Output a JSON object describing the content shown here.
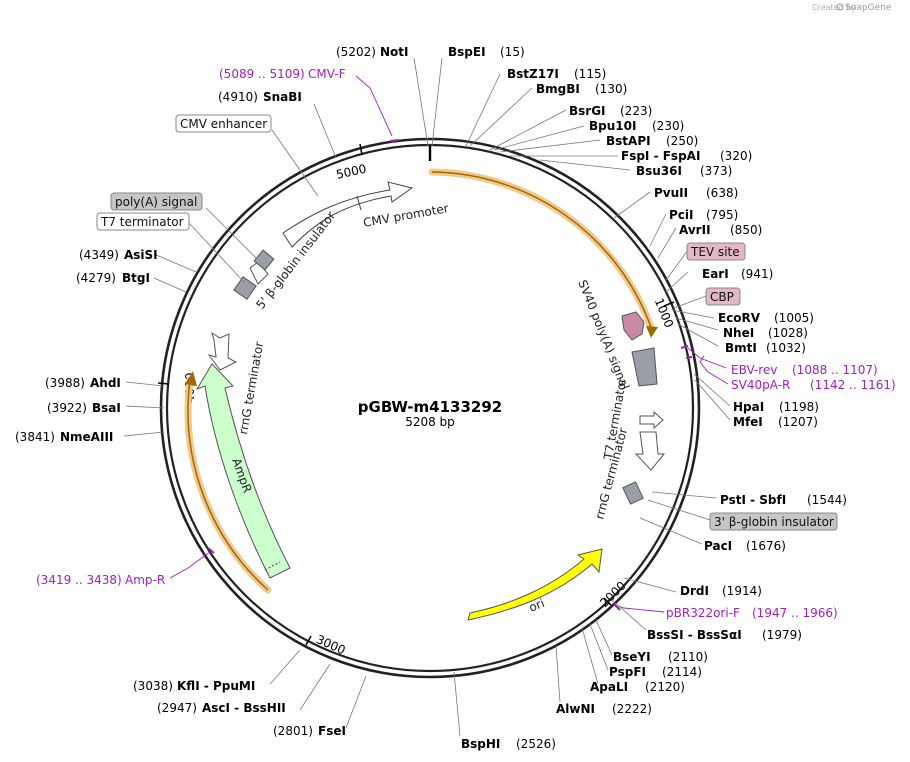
{
  "app": {
    "credit": "Created by",
    "brand": "SnapGene"
  },
  "plasmid": {
    "name": "pGBW-m4133292",
    "length_label": "5208 bp"
  },
  "ticks": [
    {
      "label": "1000"
    },
    {
      "label": "2000"
    },
    {
      "label": "3000"
    },
    {
      "label": "4000"
    },
    {
      "label": "5000"
    }
  ],
  "sites": [
    {
      "name": "NotI",
      "pos": "(5202)"
    },
    {
      "name": "BspEI",
      "pos": "(15)"
    },
    {
      "name": "BstZ17I",
      "pos": "(115)"
    },
    {
      "name": "BmgBI",
      "pos": "(130)"
    },
    {
      "name": "BsrGI",
      "pos": "(223)"
    },
    {
      "name": "Bpu10I",
      "pos": "(230)"
    },
    {
      "name": "BstAPI",
      "pos": "(250)"
    },
    {
      "name": "FspI  -  FspAI",
      "pos": "(320)"
    },
    {
      "name": "Bsu36I",
      "pos": "(373)"
    },
    {
      "name": "PvuII",
      "pos": "(638)"
    },
    {
      "name": "PciI",
      "pos": "(795)"
    },
    {
      "name": "AvrII",
      "pos": "(850)"
    },
    {
      "name": "EarI",
      "pos": "(941)"
    },
    {
      "name": "EcoRV",
      "pos": "(1005)"
    },
    {
      "name": "NheI",
      "pos": "(1028)"
    },
    {
      "name": "BmtI",
      "pos": "(1032)"
    },
    {
      "name": "HpaI",
      "pos": "(1198)"
    },
    {
      "name": "MfeI",
      "pos": "(1207)"
    },
    {
      "name": "PstI  -  SbfI",
      "pos": "(1544)"
    },
    {
      "name": "PacI",
      "pos": "(1676)"
    },
    {
      "name": "DrdI",
      "pos": "(1914)"
    },
    {
      "name": "BssSI  -  BssSαI",
      "pos": "(1979)"
    },
    {
      "name": "BseYI",
      "pos": "(2110)"
    },
    {
      "name": "PspFI",
      "pos": "(2114)"
    },
    {
      "name": "ApaLI",
      "pos": "(2120)"
    },
    {
      "name": "AlwNI",
      "pos": "(2222)"
    },
    {
      "name": "BspHI",
      "pos": "(2526)"
    },
    {
      "name": "FseI",
      "pos": "(2801)"
    },
    {
      "name": "AscI  -  BssHII",
      "pos": "(2947)"
    },
    {
      "name": "KflI  -  PpuMI",
      "pos": "(3038)"
    },
    {
      "name": "NmeAIII",
      "pos": "(3841)"
    },
    {
      "name": "BsaI",
      "pos": "(3922)"
    },
    {
      "name": "AhdI",
      "pos": "(3988)"
    },
    {
      "name": "BtgI",
      "pos": "(4279)"
    },
    {
      "name": "AsiSI",
      "pos": "(4349)"
    },
    {
      "name": "SnaBI",
      "pos": "(4910)"
    }
  ],
  "primers": [
    {
      "range": "(5089 .. 5109)",
      "name": "CMV-F"
    },
    {
      "range": "(1088 .. 1107)",
      "name": "EBV-rev"
    },
    {
      "range": "(1142 .. 1161)",
      "name": "SV40pA-R"
    },
    {
      "range": "(1947 .. 1966)",
      "name": "pBR322ori-F"
    },
    {
      "range": "(3419 .. 3438)",
      "name": "Amp-R"
    }
  ],
  "feature_boxes": [
    {
      "label": "CMV enhancer"
    },
    {
      "label": "poly(A) signal"
    },
    {
      "label": "T7 terminator"
    },
    {
      "label": "TEV site"
    },
    {
      "label": "CBP"
    },
    {
      "label": "3' β-globin insulator"
    }
  ],
  "feature_labels": [
    {
      "label": "CMV promoter"
    },
    {
      "label": "5' β-globin insulator"
    },
    {
      "label": "SV40 poly(A) signal"
    },
    {
      "label": "T7 terminator"
    },
    {
      "label": "rrnG terminator"
    },
    {
      "label": "rrnG terminator"
    },
    {
      "label": "AmpR"
    },
    {
      "label": "ori"
    }
  ],
  "colors": {
    "backbone": "#222222",
    "orf_highlight": "#f2c88c",
    "orf_line": "#a06a00",
    "ampr": "#ccffcc",
    "ori": "#ffff00",
    "terminator_gray": "#9a9ea6",
    "tag_pink": "#c98aa5",
    "primer": "#a020c0"
  }
}
